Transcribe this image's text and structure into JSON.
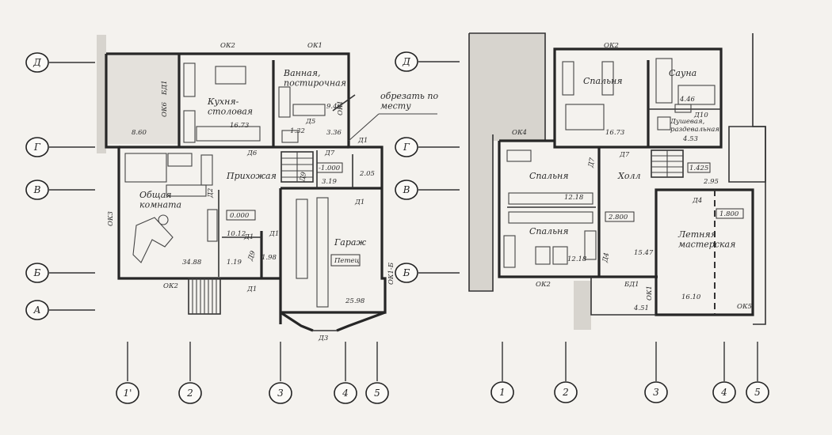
{
  "plans": [
    {
      "id": "ground",
      "row_axes": [
        "Д",
        "Г",
        "В",
        "Б",
        "А"
      ],
      "col_axes": [
        "1'",
        "2",
        "3",
        "4",
        "5"
      ],
      "rooms": [
        {
          "name": "Кухня-\nстоловая",
          "area": "16.73"
        },
        {
          "name": "Ванная,\nпостирочная",
          "area": "9.46"
        },
        {
          "name": "Общая\nкомната",
          "area": "34.88"
        },
        {
          "name": "Прихожая",
          "area": "10.12"
        },
        {
          "name": "Гараж",
          "area": "25.98"
        }
      ],
      "small_areas": [
        "8.60",
        "1.32",
        "3.36",
        "2.05",
        "3.19",
        "1.19",
        "1.98"
      ],
      "levels": [
        "0.000",
        "-1.000"
      ],
      "windows": [
        "ОК2",
        "ОК1",
        "ОК6",
        "БД1",
        "ОК1",
        "ОК3",
        "ОК2",
        "ОК1-Б"
      ],
      "doors": [
        "Д6",
        "Д7",
        "Д1",
        "Д5",
        "Д2",
        "Д1",
        "Д1",
        "Д9",
        "Д1",
        "Д3",
        "Д9",
        "Д1"
      ],
      "note": "обрезать по\nместу",
      "stamp": "Петец"
    },
    {
      "id": "upper",
      "row_axes": [
        "Д",
        "Г",
        "В",
        "Б"
      ],
      "col_axes": [
        "1",
        "2",
        "3",
        "4",
        "5"
      ],
      "rooms": [
        {
          "name": "Спальня",
          "area": "16.73"
        },
        {
          "name": "Сауна",
          "area": "4.46"
        },
        {
          "name": "Душевая,\nраздевальная",
          "area": "4.53"
        },
        {
          "name": "Спальня",
          "area": "12.18"
        },
        {
          "name": "Холл",
          "area": "15.47"
        },
        {
          "name": "Спальня",
          "area": "12.18"
        },
        {
          "name": "Летняя\nмастерская",
          "area": "16.10"
        }
      ],
      "small_areas": [
        "4.51"
      ],
      "levels": [
        "2.800",
        "1.425",
        "1.800"
      ],
      "windows": [
        "ОК2",
        "ОК4",
        "ОК2",
        "ОК1",
        "ОК5"
      ],
      "doors": [
        "Д7",
        "Д7",
        "Д10",
        "Д4",
        "Д4",
        "БД1"
      ],
      "marks": [
        "2.95"
      ]
    }
  ]
}
